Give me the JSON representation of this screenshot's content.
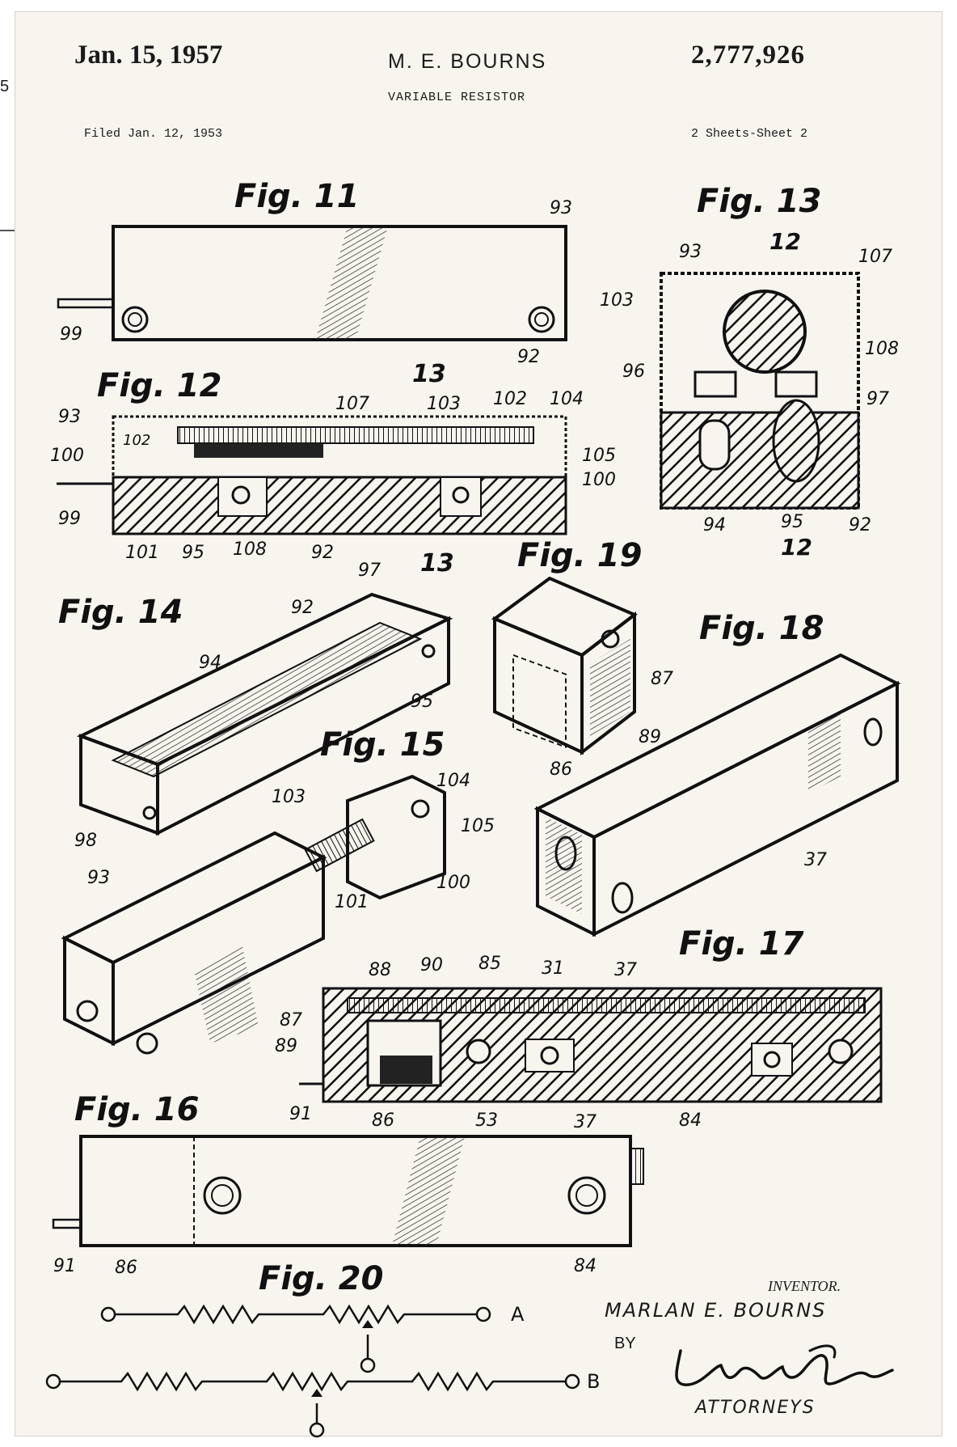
{
  "header": {
    "date": "Jan. 15, 1957",
    "inventor": "M. E. BOURNS",
    "patent_number": "2,777,926",
    "title": "VARIABLE RESISTOR",
    "filed": "Filed Jan. 12, 1953",
    "sheets": "2 Sheets-Sheet 2"
  },
  "margin_text": "5",
  "figures": {
    "fig11": {
      "label": "Fig. 11",
      "refs": [
        "93",
        "99",
        "92"
      ]
    },
    "fig12": {
      "label": "Fig. 12",
      "refs": [
        "93",
        "102",
        "100",
        "99",
        "101",
        "95",
        "108",
        "92",
        "97",
        "107",
        "13",
        "103",
        "102",
        "104",
        "105",
        "100",
        "13"
      ]
    },
    "fig13": {
      "label": "Fig. 13",
      "refs": [
        "93",
        "12",
        "107",
        "103",
        "108",
        "96",
        "97",
        "94",
        "95",
        "92",
        "12"
      ]
    },
    "fig14": {
      "label": "Fig. 14",
      "refs": [
        "92",
        "94",
        "95",
        "98"
      ]
    },
    "fig15": {
      "label": "Fig. 15",
      "refs": [
        "103",
        "104",
        "105",
        "93",
        "101",
        "100"
      ]
    },
    "fig16": {
      "label": "Fig. 16",
      "refs": [
        "37",
        "91",
        "86",
        "84"
      ]
    },
    "fig17": {
      "label": "Fig. 17",
      "refs": [
        "88",
        "90",
        "85",
        "31",
        "37",
        "87",
        "89",
        "91",
        "86",
        "53",
        "84"
      ]
    },
    "fig18": {
      "label": "Fig. 18",
      "refs": [
        "37"
      ]
    },
    "fig19": {
      "label": "Fig. 19",
      "refs": [
        "87",
        "89",
        "86"
      ]
    },
    "fig20": {
      "label": "Fig. 20",
      "terminals": [
        "A",
        "B"
      ]
    }
  },
  "signature_block": {
    "inventor_label": "INVENTOR.",
    "inventor_name": "MARLAN E. BOURNS",
    "by": "BY",
    "signature": "Lyon & Lyon",
    "attorneys": "ATTORNEYS"
  }
}
